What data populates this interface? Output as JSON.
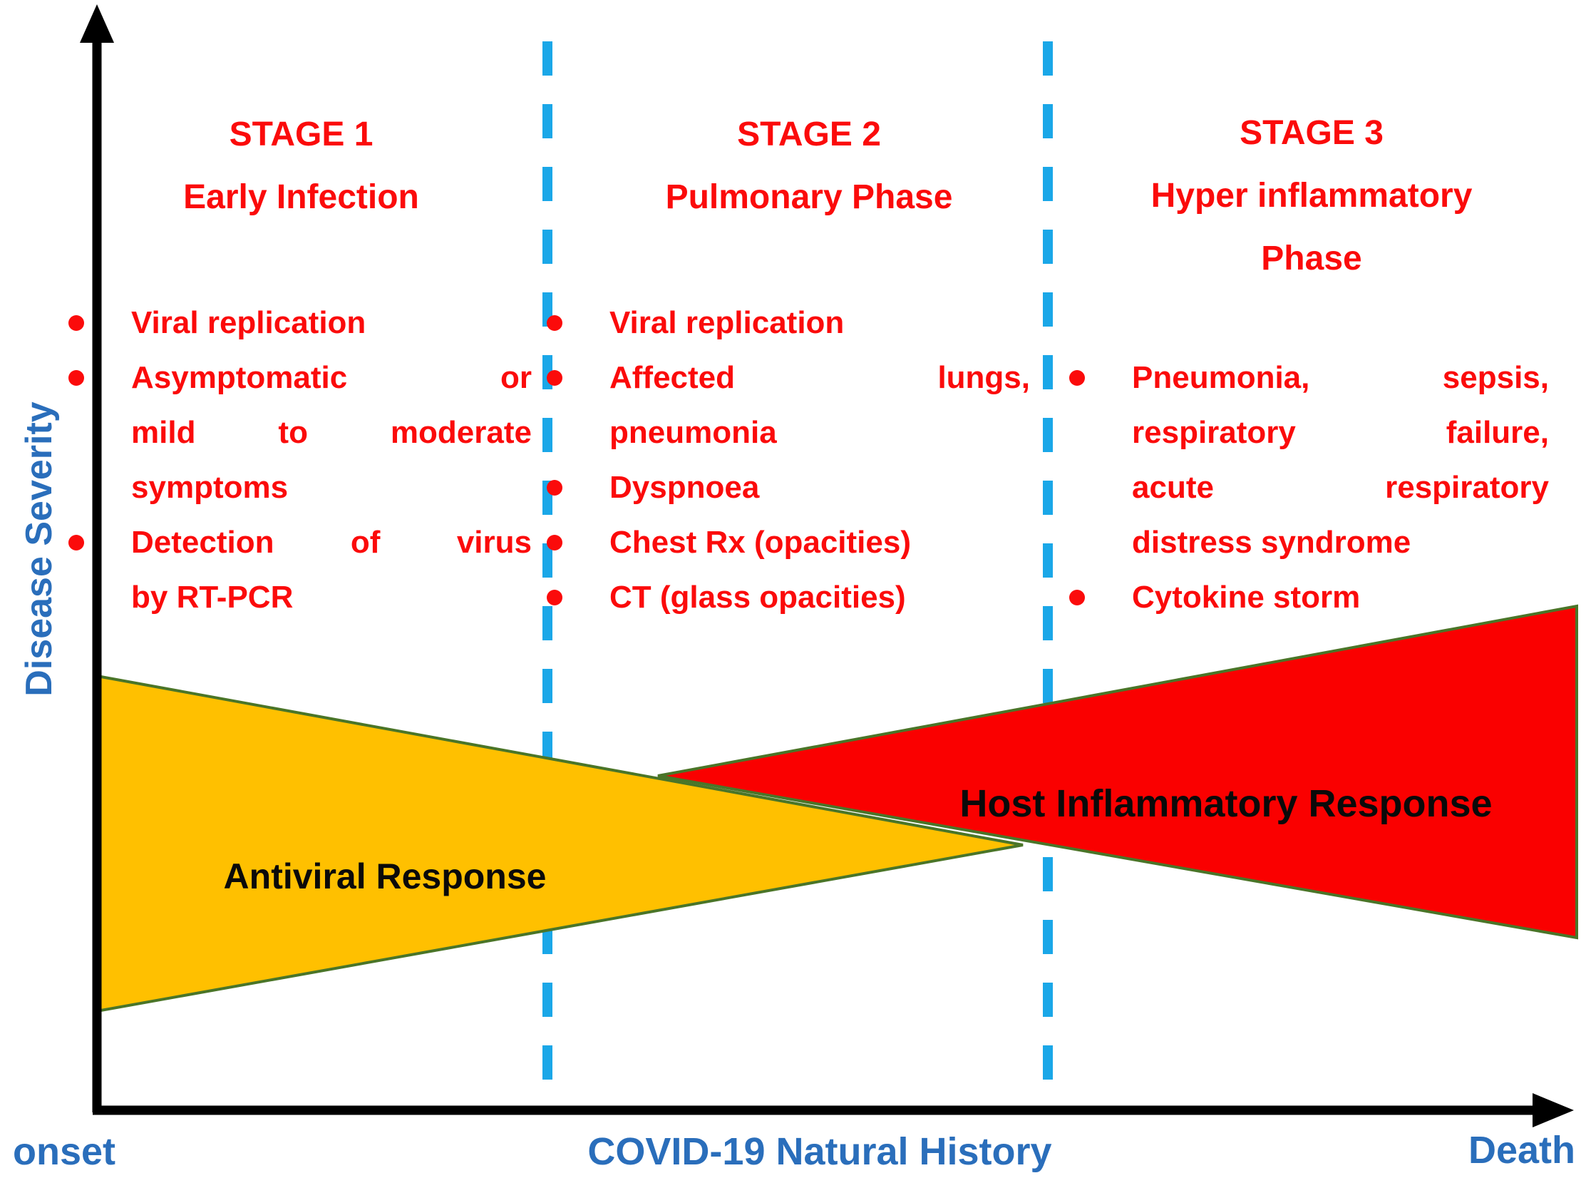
{
  "figure": {
    "y_axis_label": "Disease Severity",
    "x_axis_origin_label": "onset",
    "x_axis_title": "COVID-19 Natural History",
    "x_axis_end_label": "Death"
  },
  "stages": [
    {
      "title_line1": "STAGE 1",
      "title_line2": "Early Infection",
      "bullets": [
        {
          "text": "Viral replication"
        },
        {
          "text": "Asymptomatic or"
        },
        {
          "text": "mild to moderate"
        },
        {
          "text": "symptoms"
        },
        {
          "text": "Detection of virus"
        },
        {
          "text": "by RT-PCR"
        }
      ]
    },
    {
      "title_line1": "STAGE 2",
      "title_line2": "Pulmonary Phase",
      "bullets": [
        {
          "text": "Viral replication"
        },
        {
          "text": "Affected lungs,"
        },
        {
          "text": "pneumonia"
        },
        {
          "text": "Dyspnoea"
        },
        {
          "text": "Chest Rx (opacities)"
        },
        {
          "text": "CT (glass opacities)"
        }
      ]
    },
    {
      "title_line1": "STAGE 3",
      "title_line2": "Hyper inflammatory",
      "title_line3": "Phase",
      "bullets": [
        {
          "text": "Pneumonia, sepsis,"
        },
        {
          "text": "respiratory failure,"
        },
        {
          "text": "acute respiratory"
        },
        {
          "text": "distress syndrome"
        },
        {
          "text": "Cytokine storm"
        }
      ]
    }
  ],
  "bands": {
    "antiviral_label": "Antiviral Response",
    "host_label": "Host Inflammatory Response"
  },
  "colors": {
    "red_text": "#fb0b0b",
    "yellow_triangle": "#ffc000",
    "red_triangle": "#fa0000",
    "triangle_border": "#4a7528",
    "divider_blue": "#1aa7e8",
    "blue_text": "#2a6ebb",
    "axis_black": "#000000"
  }
}
